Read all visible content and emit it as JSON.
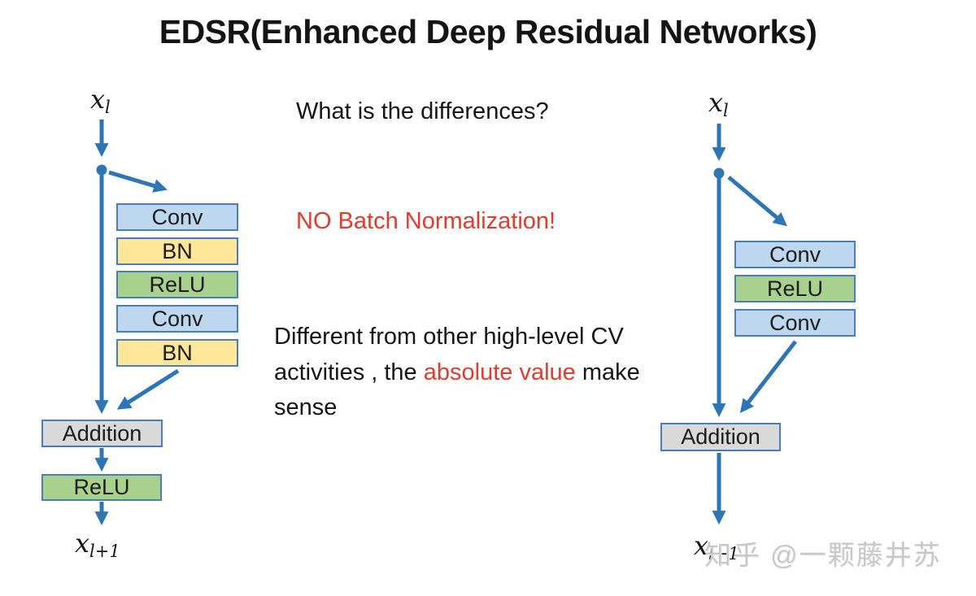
{
  "title": "EDSR(Enhanced Deep Residual Networks)",
  "annotations": {
    "question": "What is the differences?",
    "no_bn": "NO Batch Normalization!",
    "para_part1": "Different from other high-level CV activities , the ",
    "para_red": "absolute value",
    "para_part3": " make sense"
  },
  "left_diagram": {
    "input": {
      "base": "x",
      "sub": "l"
    },
    "output": {
      "base": "x",
      "sub": "l+1"
    },
    "nodes": [
      {
        "label": "Conv",
        "type": "conv"
      },
      {
        "label": "BN",
        "type": "bn"
      },
      {
        "label": "ReLU",
        "type": "relu"
      },
      {
        "label": "Conv",
        "type": "conv"
      },
      {
        "label": "BN",
        "type": "bn"
      },
      {
        "label": "Addition",
        "type": "add"
      },
      {
        "label": "ReLU",
        "type": "relu"
      }
    ]
  },
  "right_diagram": {
    "input": {
      "base": "x",
      "sub": "l"
    },
    "output": {
      "base": "x",
      "sub": "l+1"
    },
    "nodes": [
      {
        "label": "Conv",
        "type": "conv"
      },
      {
        "label": "ReLU",
        "type": "relu"
      },
      {
        "label": "Conv",
        "type": "conv"
      },
      {
        "label": "Addition",
        "type": "add"
      }
    ]
  },
  "watermark": "知乎 @一颗藤井苏",
  "colors": {
    "arrow_blue": "#2e75b6",
    "box_border_blue": "#4a7ebb",
    "conv_fill": "#bdd7ee",
    "bn_fill": "#ffe699",
    "relu_fill": "#a9d18e",
    "addition_fill": "#d9d9d9",
    "highlight_red": "#e03c2d",
    "watermark_gray": "#c8c8c8"
  }
}
